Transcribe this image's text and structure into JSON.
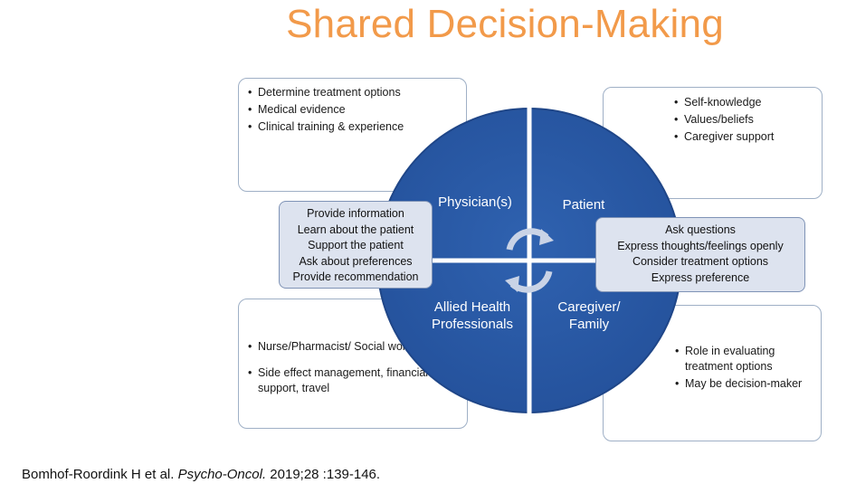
{
  "title": "Shared Decision-Making",
  "quadrants": {
    "physician": "Physician(s)",
    "patient": "Patient",
    "allied": [
      "Allied Health",
      "Professionals"
    ],
    "caregiver": [
      "Caregiver/",
      "Family"
    ]
  },
  "physician_box": {
    "items": [
      "Determine treatment options",
      "Medical evidence",
      "Clinical training & experience"
    ]
  },
  "patient_box": {
    "items": [
      "Self-knowledge",
      "Values/beliefs",
      "Caregiver support"
    ]
  },
  "allied_box": {
    "items": [
      "Nurse/Pharmacist/ Social worker",
      "Side effect management, financial support, travel"
    ]
  },
  "caregiver_box": {
    "items": [
      "Role in evaluating treatment options",
      "May be decision-maker"
    ]
  },
  "physician_callout": {
    "lines": [
      "Provide information",
      "Learn about the patient",
      "Support the patient",
      "Ask about preferences",
      "Provide recommendation"
    ]
  },
  "patient_callout": {
    "lines": [
      "Ask questions",
      "Express thoughts/feelings openly",
      "Consider treatment options",
      "Express preference"
    ]
  },
  "citation": {
    "authors": "Bomhof-Roordink H et al.",
    "journal": "Psycho-Oncol.",
    "ref": "2019;28 :139-146."
  },
  "colors": {
    "title": "#f29a4a",
    "circle": "#2a5aa6",
    "circle_edge": "#1f4688",
    "callout_fill": "#dde3ef",
    "box_border": "#9fb0c6"
  },
  "icons": {
    "cycle": "circular-arrows-icon"
  }
}
